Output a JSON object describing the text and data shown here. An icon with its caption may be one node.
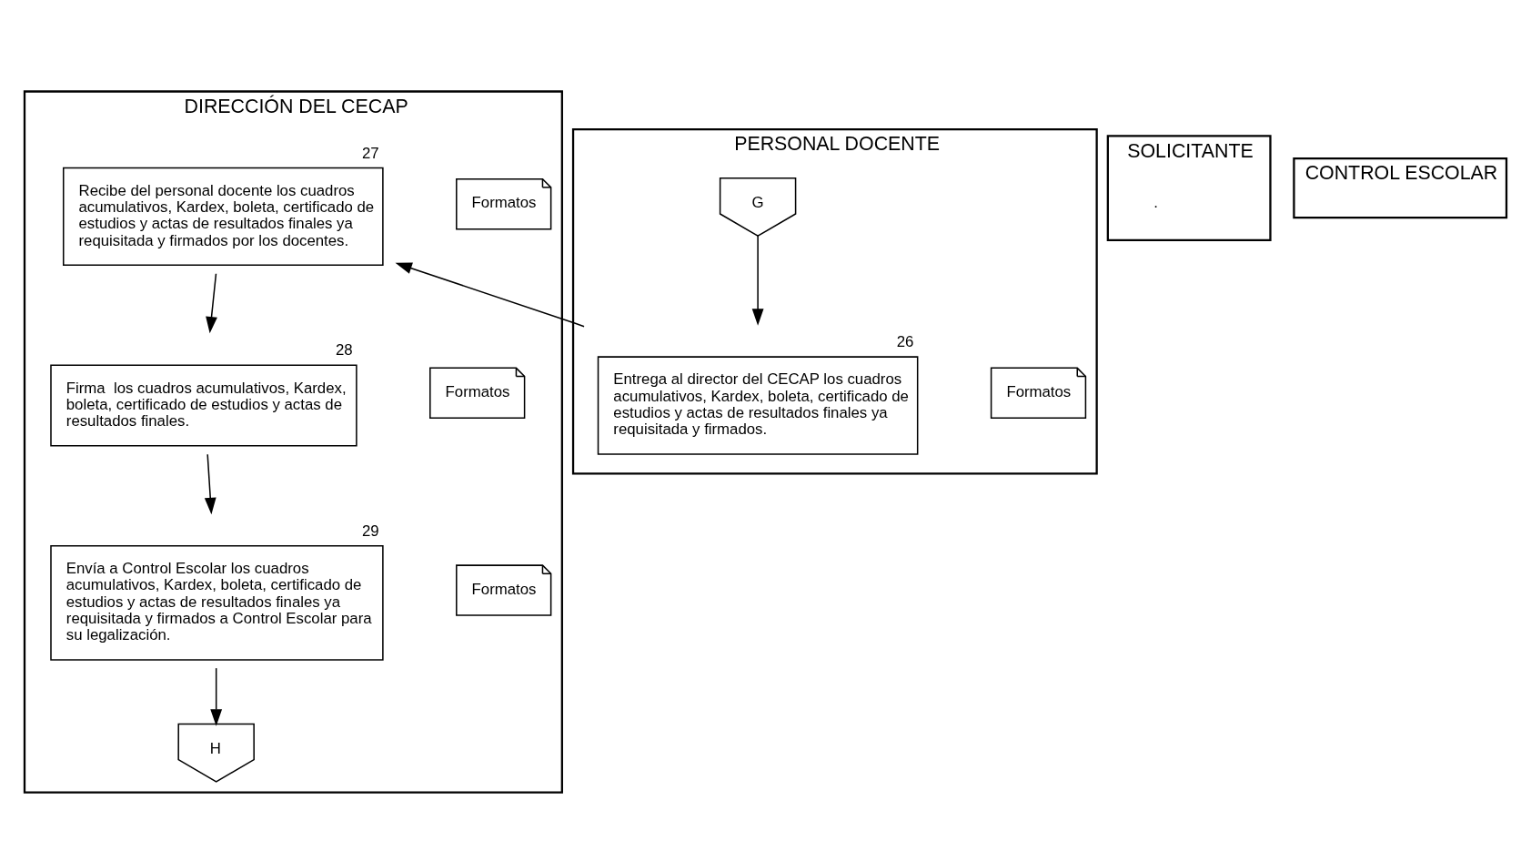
{
  "diagram": {
    "nodes": [
      {
        "text": [
          "SOLICITANTE"
        ]
      },
      {
        "text": [
          "DIRECCIÓN DEL CECAP"
        ]
      },
      {
        "text": [
          "PERSONAL DOCENTE"
        ]
      },
      {
        "text": [
          "CONTROL ESCOLAR"
        ]
      },
      {
        "text": [
          "G"
        ],
        "in": 2
      },
      {
        "text": [
          "Entrega al director del CECAP los cuadros acumulativos, Kardex, boleta, certificado de estudios y actas de resultados finales ya requisitada y firmados."
        ],
        "in": 2,
        "beside": [
          "26"
        ]
      },
      {
        "text": [
          "Formatos"
        ],
        "in": 2
      },
      {
        "text": [
          "Recibe del personal docente los cuadros acumulativos, Kardex, boleta, certificado de estudios y actas de resultados finales ya requisitada y firmados por los docentes."
        ],
        "in": 1,
        "beside": [
          "27"
        ]
      },
      {
        "text": [
          "Formatos"
        ],
        "in": 1
      },
      {
        "text": [
          "Firma  los cuadros acumulativos, Kardex, boleta, certificado de estudios y actas de resultados finales."
        ],
        "in": 1,
        "beside": [
          "28"
        ]
      },
      {
        "text": [
          "Formatos"
        ],
        "in": 1
      },
      {
        "text": [
          "Envía a Control Escolar los cuadros acumulativos, Kardex, boleta, certificado de estudios y actas de resultados finales ya requisitada y firmados a Control Escolar para su legalización."
        ],
        "in": 1,
        "beside": [
          "29"
        ]
      },
      {
        "text": [
          "Formatos"
        ],
        "in": 1
      },
      {
        "text": [
          "H"
        ],
        "in": 1
      }
    ],
    "edges": [
      {
        "from": 4,
        "to": 5,
        "arrow": "to"
      },
      {
        "from": 5,
        "to": 7,
        "arrow": "to"
      },
      {
        "from": 7,
        "to": 9,
        "arrow": "to"
      },
      {
        "from": 9,
        "to": 11,
        "arrow": "to"
      },
      {
        "from": 11,
        "to": 13,
        "arrow": "to"
      }
    ],
    "labels": [
      "."
    ]
  }
}
